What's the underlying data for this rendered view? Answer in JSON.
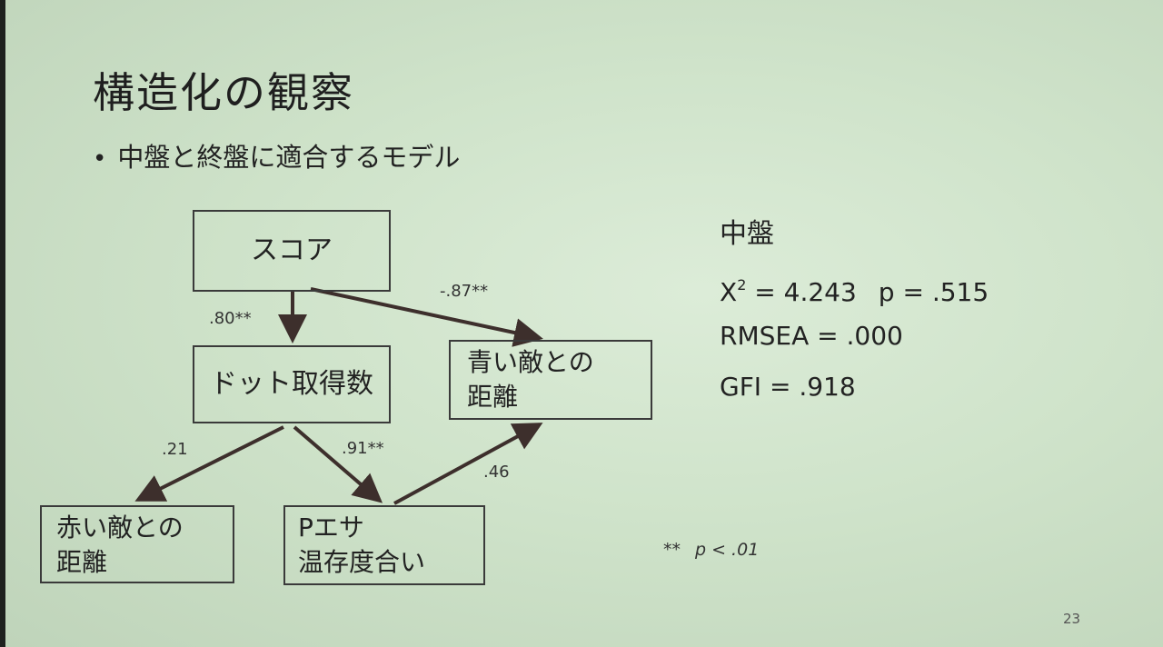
{
  "slide": {
    "title": "構造化の観察",
    "bullet": "中盤と終盤に適合するモデル",
    "bullet_marker": "•",
    "page_number": "23"
  },
  "diagram": {
    "nodes": {
      "score": "スコア",
      "dot_count": "ドット取得数",
      "blue_enemy_line1": "青い敵との",
      "blue_enemy_line2": "距離",
      "red_enemy_line1": "赤い敵との",
      "red_enemy_line2": "距離",
      "power_pellet_line1": "Pエサ",
      "power_pellet_line2": "温存度合い"
    },
    "edges": [
      {
        "from": "score",
        "to": "dot_count",
        "label": ".80**"
      },
      {
        "from": "score",
        "to": "blue_enemy_distance",
        "label": "-.87**"
      },
      {
        "from": "dot_count",
        "to": "red_enemy_distance",
        "label": ".21"
      },
      {
        "from": "dot_count",
        "to": "power_pellet_reserve",
        "label": ".91**"
      },
      {
        "from": "power_pellet_reserve",
        "to": "blue_enemy_distance",
        "label": ".46"
      }
    ]
  },
  "stats": {
    "header": "中盤",
    "chi_label": "X",
    "chi_sup": "2",
    "chi_value": " = 4.243",
    "p_value": "p = .515",
    "rmsea": "RMSEA = .000",
    "gfi": "GFI = .918"
  },
  "note": {
    "stars": "**",
    "text": "p < .01"
  },
  "colors": {
    "background": "#d4e7cf",
    "arrow": "#3d2f2c",
    "border": "#3a3a3a"
  }
}
